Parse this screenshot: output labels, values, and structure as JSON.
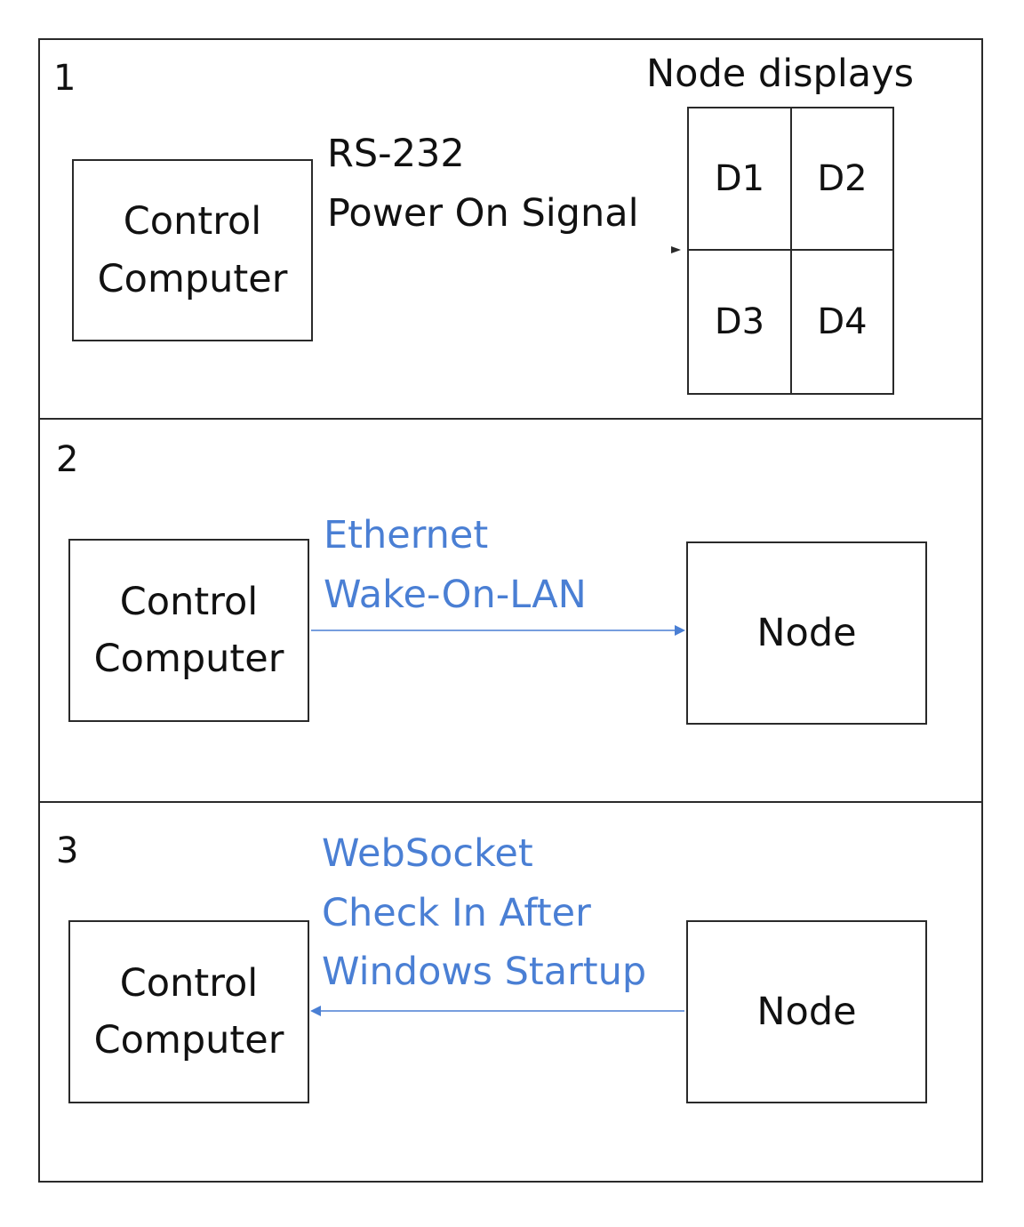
{
  "panels": [
    {
      "number": "1",
      "left_box": "Control\nComputer",
      "link_lines": [
        "RS-232",
        "Power On Signal"
      ],
      "right_title": "Node displays",
      "displays": [
        "D1",
        "D2",
        "D3",
        "D4"
      ]
    },
    {
      "number": "2",
      "left_box": "Control\nComputer",
      "link_lines": [
        "Ethernet",
        "Wake-On-LAN"
      ],
      "right_box": "Node"
    },
    {
      "number": "3",
      "left_box": "Control\nComputer",
      "link_lines": [
        "WebSocket",
        "Check In After",
        "Windows Startup"
      ],
      "right_box": "Node"
    }
  ],
  "colors": {
    "link_blue": "#4a7fd4",
    "line_dark": "#2a2a2a"
  }
}
